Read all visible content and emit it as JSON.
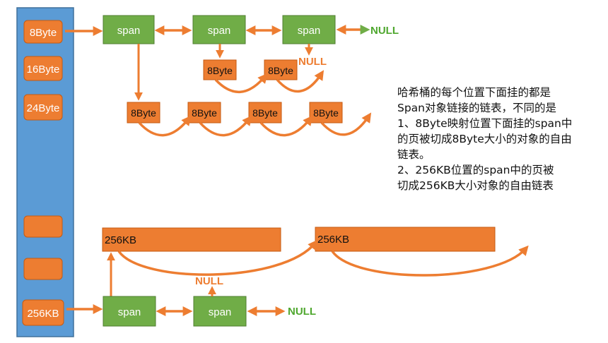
{
  "colors": {
    "bucket_bar": "#5b9bd5",
    "bucket_border": "#41719c",
    "orange": "#ed7d31",
    "orange_border": "#c55a11",
    "green_box": "#70ad47",
    "green_text": "#4ea72e",
    "white": "#ffffff",
    "dark": "#111111"
  },
  "buckets": [
    "8Byte",
    "16Byte",
    "24Byte",
    "",
    "",
    "256KB"
  ],
  "span_label": "span",
  "null_label": "NULL",
  "block_8": "8Byte",
  "block_256": "256KB",
  "note_lines": [
    "哈希桶的每个位置下面挂的都是",
    "Span对象链接的链表，不同的是",
    "1、8Byte映射位置下面挂的span中",
    "的页被切成8Byte大小的对象的自由",
    "链表。",
    "2、256KB位置的span中的页被",
    "切成256KB大小对象的自由链表"
  ]
}
